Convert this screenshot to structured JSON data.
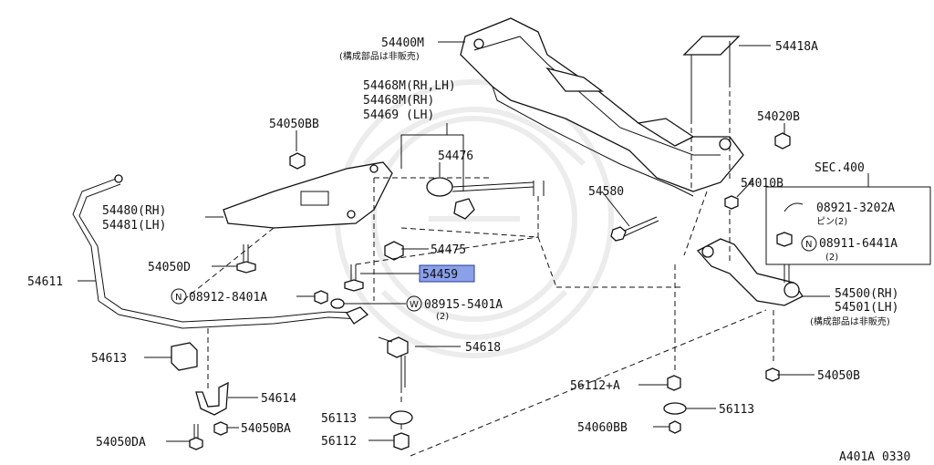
{
  "callouts": {
    "p54400M": "54400M",
    "p54400M_note": "(構成部品は非販売)",
    "p54418A": "54418A",
    "p54468M_rhlh": "54468M(RH,LH)",
    "p54468M_rh": "54468M(RH)",
    "p54469_lh": "54469 (LH)",
    "p54050BB": "54050BB",
    "p54476": "54476",
    "p54020B": "54020B",
    "sec400": "SEC.400",
    "p54480_rh": "54480(RH)",
    "p54481_lh": "54481(LH)",
    "p54580": "54580",
    "p54010B": "54010B",
    "p08921": "08921-3202A",
    "p08921_sub": "ピン(2)",
    "p08911": "08911-6441A",
    "p08911_qty": "(2)",
    "p54475": "54475",
    "p54050D": "54050D",
    "p54611": "54611",
    "p54459": "54459",
    "p08912": "08912-8401A",
    "p08915": "08915-5401A",
    "p08915_qty": "(2)",
    "p54500_rh": "54500(RH)",
    "p54501_lh": "54501(LH)",
    "p54500_note": "(構成部品は非販売)",
    "p54613": "54613",
    "p54618": "54618",
    "p54614": "54614",
    "p54050B": "54050B",
    "p56112A": "56112+A",
    "p56113_r": "56113",
    "p56113_l": "56113",
    "p54060BB": "54060BB",
    "p54050BA": "54050BA",
    "p54050DA": "54050DA",
    "p56112": "56112",
    "marker_N": "N",
    "marker_W": "W"
  },
  "figure_code": "A401A 0330",
  "colors": {
    "highlight": "#8aa0e8",
    "ink": "#111111"
  }
}
